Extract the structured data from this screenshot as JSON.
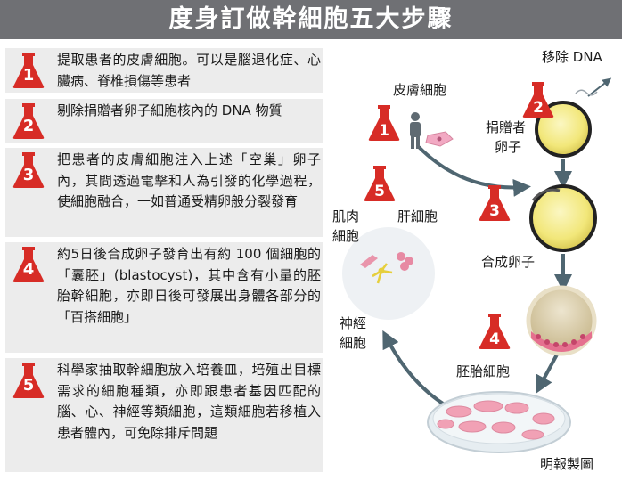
{
  "title": "度身訂做幹細胞五大步驟",
  "steps": [
    {
      "number": "1",
      "text": "提取患者的皮膚細胞。可以是腦退化症、心臟病、脊椎損傷等患者"
    },
    {
      "number": "2",
      "text": "剔除捐贈者卵子細胞核內的 DNA 物質"
    },
    {
      "number": "3",
      "text": "把患者的皮膚細胞注入上述「空巢」卵子內，其間透過電擊和人為引發的化學過程，使細胞融合，一如普通受精卵般分裂發育"
    },
    {
      "number": "4",
      "text": "約5日後合成卵子發育出有約 100 個細胞的「囊胚」(blastocyst)，其中含有小量的胚胎幹細胞，亦即日後可發展出身體各部分的「百搭細胞」"
    },
    {
      "number": "5",
      "text": "科學家抽取幹細胞放入培養皿，培殖出目標需求的細胞種類，亦即跟患者基因匹配的腦、心、神經等類細胞，這類細胞若移植入患者體內，可免除排斥問題"
    }
  ],
  "diagram": {
    "labels": {
      "skin_cell": "皮膚細胞",
      "remove_dna": "移除 DNA",
      "donor_egg_line1": "捐贈者",
      "donor_egg_line2": "卵子",
      "combined_egg": "合成卵子",
      "embryo_cell": "胚胎細胞",
      "muscle_cell_line1": "肌肉",
      "muscle_cell_line2": "細胞",
      "liver_cell": "肝細胞",
      "nerve_cell_line1": "神經",
      "nerve_cell_line2": "細胞"
    },
    "markers": [
      "1",
      "2",
      "3",
      "4",
      "5"
    ]
  },
  "credit": "明報製圖",
  "colors": {
    "title_bar": "#6f7074",
    "step_box": "#ececec",
    "flask_red": "#d72c26",
    "arrow": "#4f6671",
    "egg_yellow": "#f4ec8c"
  }
}
